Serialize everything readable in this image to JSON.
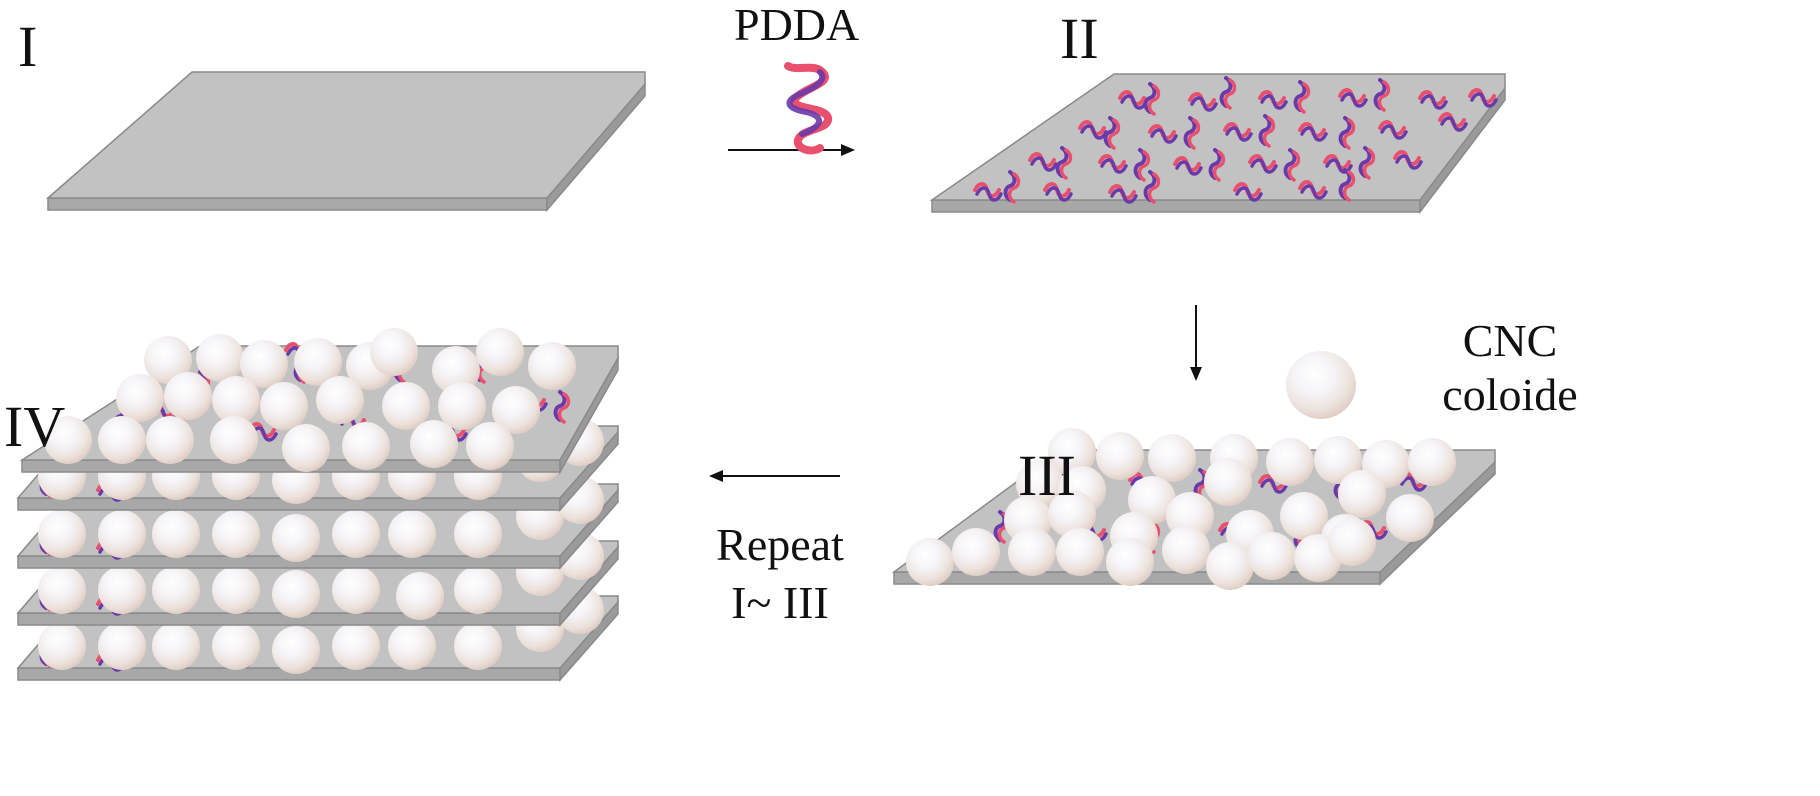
{
  "diagram": {
    "type": "process-flow",
    "stages": [
      {
        "id": "I",
        "label": "I",
        "description": "bare substrate"
      },
      {
        "id": "II",
        "label": "II",
        "description": "substrate with adsorbed PDDA polymer chains"
      },
      {
        "id": "III",
        "label": "III",
        "description": "substrate with PDDA and CNC colloid spheres"
      },
      {
        "id": "IV",
        "label": "IV",
        "description": "stacked multilayer film"
      }
    ],
    "steps": [
      {
        "from": "I",
        "to": "II",
        "label": "PDDA",
        "icon": "polymer-helix-icon",
        "direction": "right"
      },
      {
        "from": "II",
        "to": "III",
        "label_line1": "CNC",
        "label_line2": "coloide",
        "icon": "sphere-icon",
        "direction": "down"
      },
      {
        "from": "III",
        "to": "IV",
        "label_line1": "Repeat",
        "label_line2": "I~ III",
        "direction": "left"
      }
    ],
    "colors": {
      "plate_top": "#c2c2c2",
      "plate_edge": "#9a9a9a",
      "plate_outline": "#8a8a8a",
      "polymer_pink": "#e8506e",
      "polymer_purple": "#6a3aa8",
      "polymer_dark": "#3a2a4a",
      "sphere": "#f7f3f0",
      "arrow": "#111111"
    },
    "layer_count_IV": 5
  }
}
